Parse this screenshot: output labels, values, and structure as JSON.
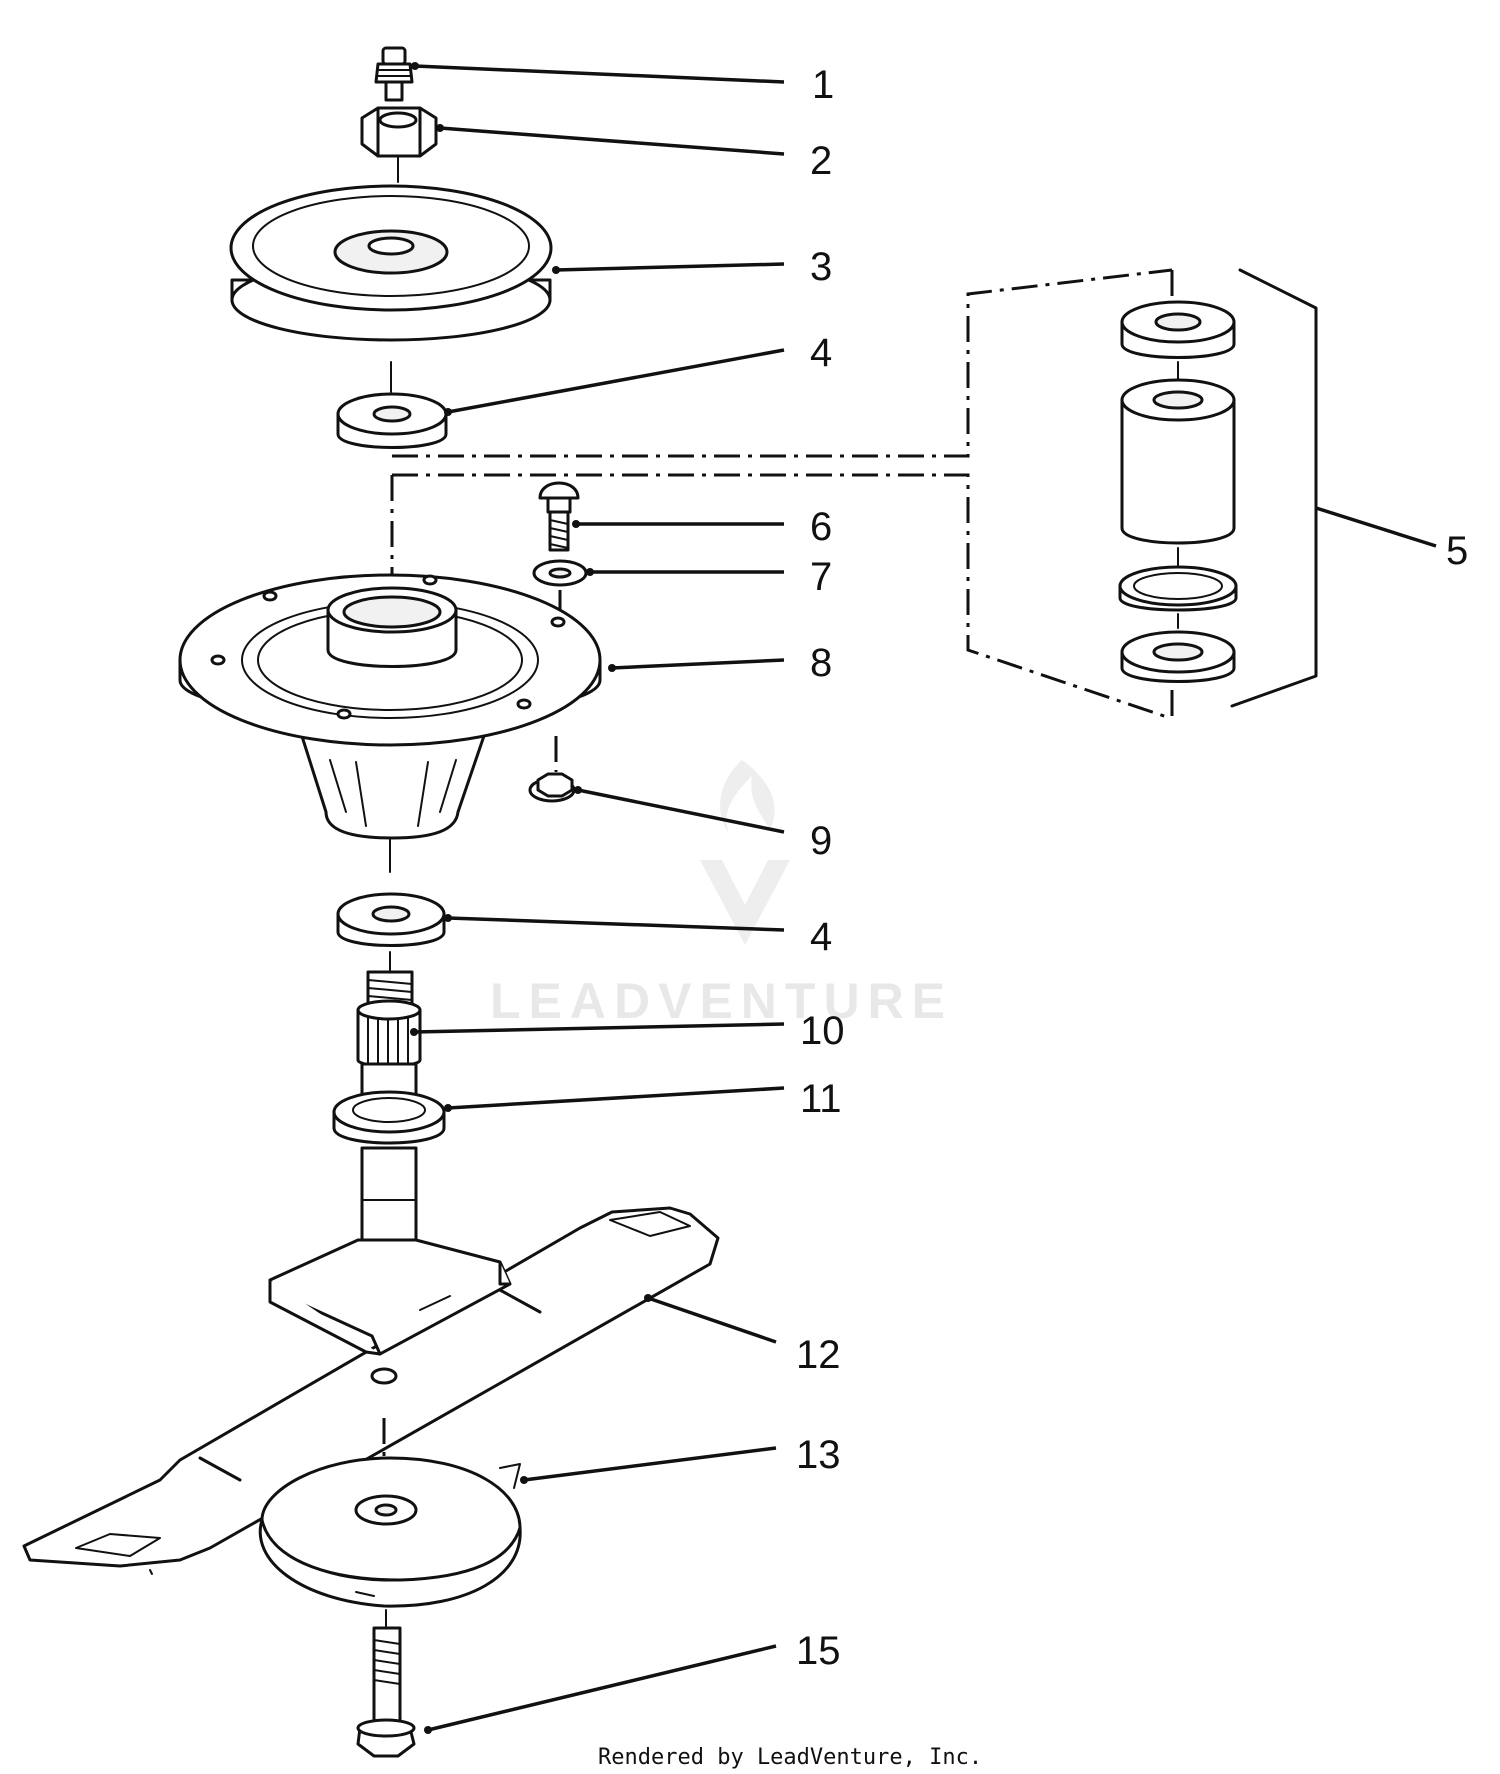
{
  "callouts": [
    {
      "id": "c1",
      "label": "1"
    },
    {
      "id": "c2",
      "label": "2"
    },
    {
      "id": "c3",
      "label": "3"
    },
    {
      "id": "c4a",
      "label": "4"
    },
    {
      "id": "c5",
      "label": "5"
    },
    {
      "id": "c6",
      "label": "6"
    },
    {
      "id": "c7",
      "label": "7"
    },
    {
      "id": "c8",
      "label": "8"
    },
    {
      "id": "c9",
      "label": "9"
    },
    {
      "id": "c4b",
      "label": "4"
    },
    {
      "id": "c10",
      "label": "10"
    },
    {
      "id": "c11",
      "label": "11"
    },
    {
      "id": "c12",
      "label": "12"
    },
    {
      "id": "c13",
      "label": "13"
    },
    {
      "id": "c15",
      "label": "15"
    }
  ],
  "watermark": {
    "text": "LEADVENTURE"
  },
  "footer": {
    "text": "Rendered by LeadVenture, Inc."
  },
  "colors": {
    "ink": "#111111",
    "background": "#ffffff",
    "watermark": "#e6e6e6"
  }
}
